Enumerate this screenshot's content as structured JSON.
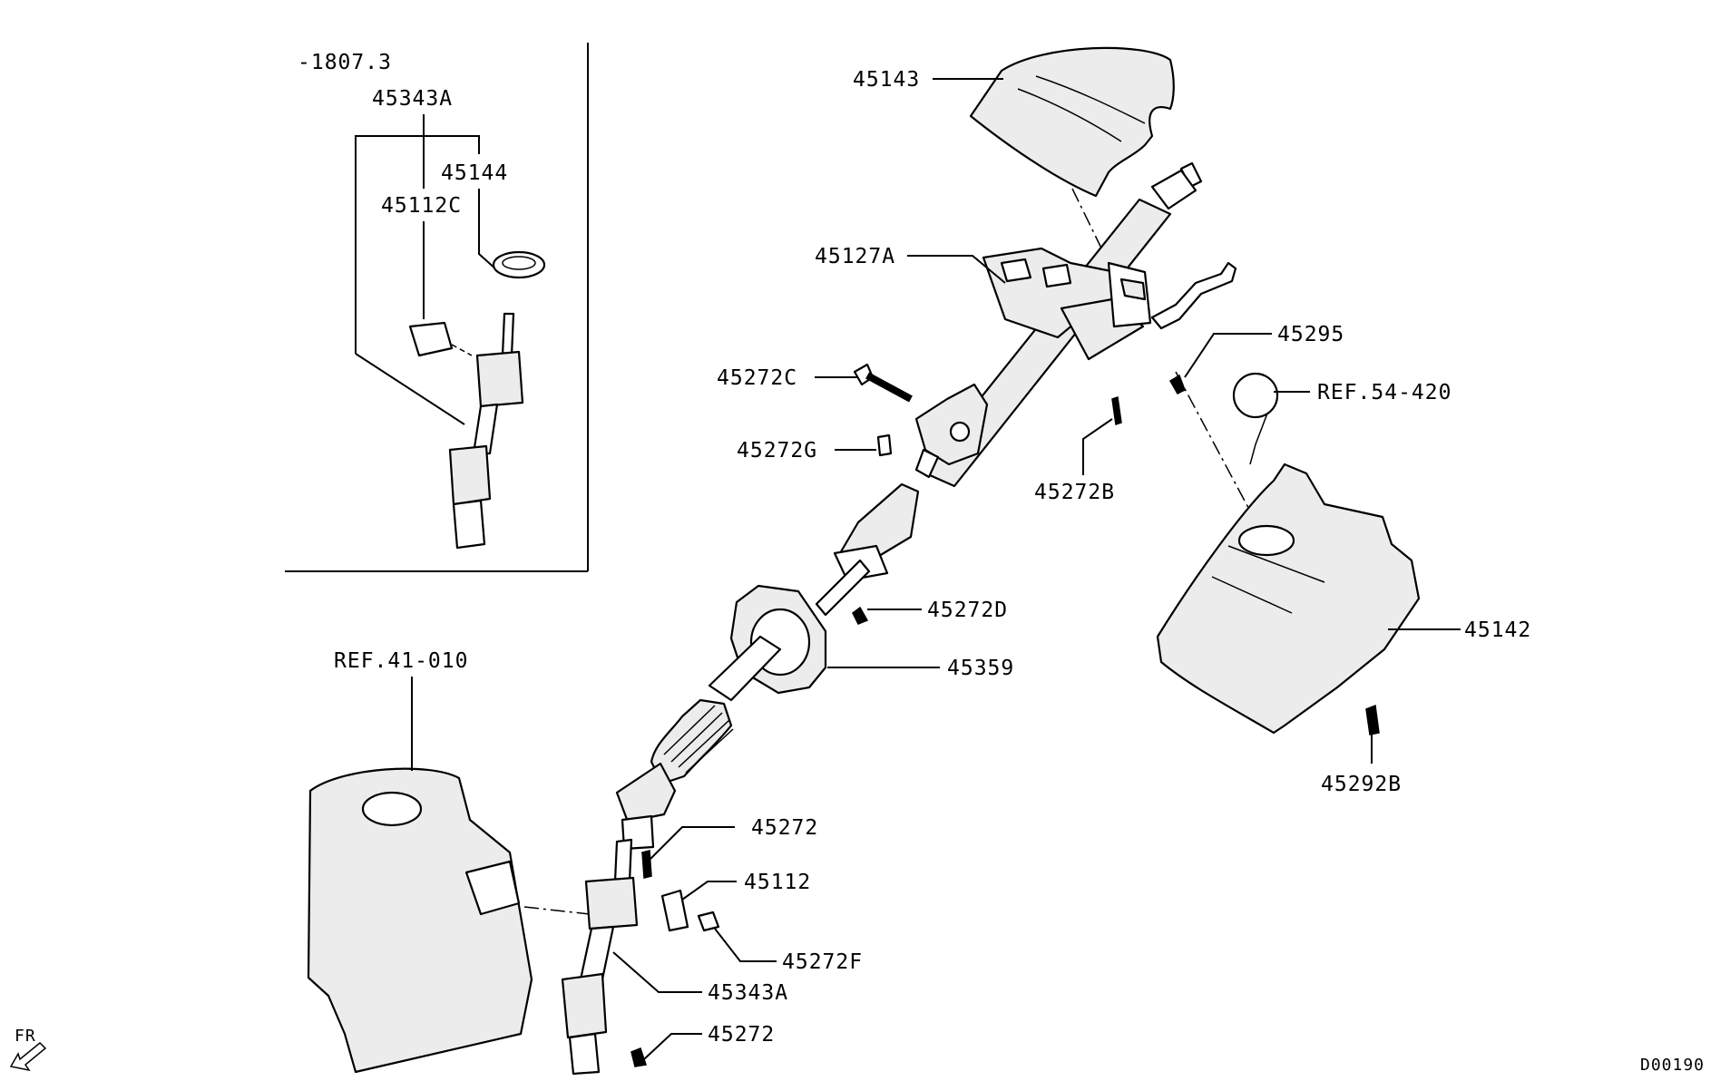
{
  "diagram": {
    "inset": {
      "date_code": "-1807.3",
      "assembly_label": "45343A",
      "labels": [
        "45144",
        "45112C"
      ]
    },
    "callouts": {
      "c45143": "45143",
      "c45127A": "45127A",
      "c45295": "45295",
      "cREF54": "REF.54-420",
      "c45272C": "45272C",
      "c45272G": "45272G",
      "c45272B": "45272B",
      "c45272D": "45272D",
      "c45359": "45359",
      "c45142": "45142",
      "c45292B": "45292B",
      "cREF41": "REF.41-010",
      "c45272a": "45272",
      "c45112": "45112",
      "c45272F": "45272F",
      "c45343A": "45343A",
      "c45272b": "45272"
    },
    "orientation": "FR",
    "drawing_code": "D00190"
  }
}
